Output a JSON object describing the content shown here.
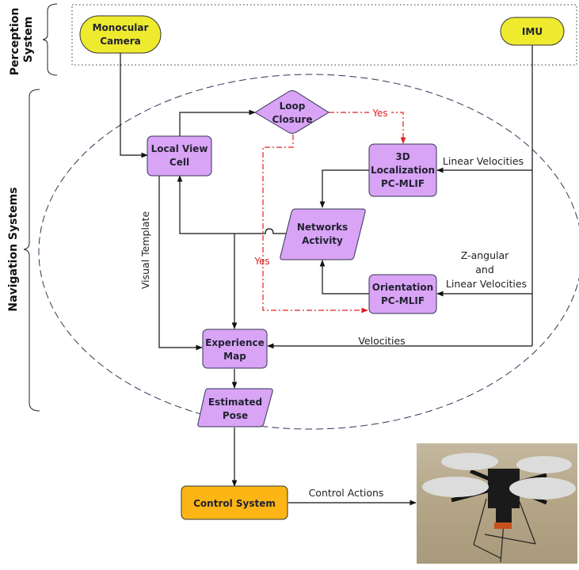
{
  "groups": {
    "perception": "Perception System",
    "perception_lines": [
      "Perception",
      "System"
    ],
    "navigation": "Navigation Systems"
  },
  "nodes": {
    "monocular_camera": [
      "Monocular",
      "Camera"
    ],
    "imu": [
      "IMU"
    ],
    "local_view_cell": [
      "Local View",
      "Cell"
    ],
    "loop_closure": [
      "Loop",
      "Closure"
    ],
    "localization_3d": [
      "3D",
      "Localization",
      "PC-MLIF"
    ],
    "networks_activity": [
      "Networks",
      "Activity"
    ],
    "orientation": [
      "Orientation",
      "PC-MLIF"
    ],
    "experience_map": [
      "Experience",
      "Map"
    ],
    "estimated_pose": [
      "Estimated",
      "Pose"
    ],
    "control_system": [
      "Control System"
    ]
  },
  "edge_labels": {
    "linear_velocities": "Linear Velocities",
    "z_angular": [
      "Z-angular",
      "and",
      "Linear Velocities"
    ],
    "velocities": "Velocities",
    "visual_template": "Visual Template",
    "control_actions": "Control Actions",
    "yes_top": "Yes",
    "yes_left": "Yes"
  },
  "colors": {
    "sensor_fill": "#eeea2e",
    "process_fill": "#d9a4f5",
    "control_fill": "#fcb514",
    "yes_line": "#e02020",
    "ellipse_stroke": "#333355"
  },
  "image": {
    "label": "quadrotor drone render"
  }
}
